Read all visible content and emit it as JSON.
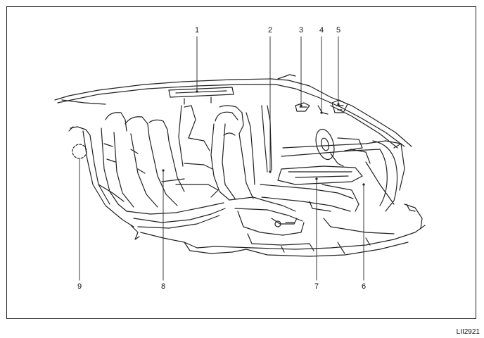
{
  "diagram": {
    "callouts": [
      {
        "id": "1",
        "label": "1"
      },
      {
        "id": "2",
        "label": "2"
      },
      {
        "id": "3",
        "label": "3"
      },
      {
        "id": "4",
        "label": "4"
      },
      {
        "id": "5",
        "label": "5"
      },
      {
        "id": "6",
        "label": "6"
      },
      {
        "id": "7",
        "label": "7"
      },
      {
        "id": "8",
        "label": "8"
      },
      {
        "id": "9",
        "label": "9"
      }
    ],
    "figure_code": "LII2921"
  }
}
